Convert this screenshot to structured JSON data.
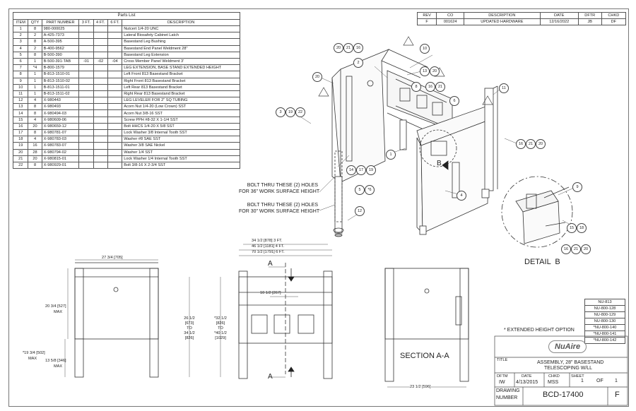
{
  "parts_list": {
    "title": "Parts List",
    "headers": [
      "ITEM",
      "QTY",
      "PART NUMBER",
      "3 FT.",
      "4 FT.",
      "6 FT.",
      "DESCRIPTION"
    ],
    "rows": [
      [
        "1",
        "8",
        "980-000025",
        "",
        "",
        "",
        "Nutcert 1/4-20 UNC"
      ],
      [
        "2",
        "2",
        "A-425-7373",
        "",
        "",
        "",
        "Lateral Biosafety Cabinet Latch"
      ],
      [
        "3",
        "8",
        "A-500-395",
        "",
        "",
        "",
        "Basestand Leg Bushing"
      ],
      [
        "4",
        "2",
        "B-400-9562",
        "",
        "",
        "",
        "Basestand End Panel Weldment 28\""
      ],
      [
        "5",
        "8",
        "B-500-390",
        "",
        "",
        "",
        "Basestand Leg Extension"
      ],
      [
        "6",
        "1",
        "B-500-391-TAB",
        "-01",
        "-02",
        "-04",
        "Cross Member Panel Weldment 3'"
      ],
      [
        "7",
        "*4",
        "B-800-1579",
        "",
        "",
        "",
        "LEG EXTENSION, BASE STAND EXTENDED HEIGHT"
      ],
      [
        "8",
        "1",
        "B-813-1510-01",
        "",
        "",
        "",
        "Left Front 813 Basestand Bracket"
      ],
      [
        "9",
        "1",
        "B-813-1510-02",
        "",
        "",
        "",
        "Right Front 813 Basestand Bracket"
      ],
      [
        "10",
        "1",
        "B-813-1511-01",
        "",
        "",
        "",
        "Left Rear 813 Basestand Bracket"
      ],
      [
        "11",
        "1",
        "B-813-1511-02",
        "",
        "",
        "",
        "Right Rear 813 Basestand Bracket"
      ],
      [
        "12",
        "4",
        "X-980443",
        "",
        "",
        "",
        "LEG LEVELER FOR 2\" SQ TUBING"
      ],
      [
        "13",
        "8",
        "X-980493",
        "",
        "",
        "",
        "Acorn Nut 1/4-20 (Low Crown) SST"
      ],
      [
        "14",
        "8",
        "X-980494-03",
        "",
        "",
        "",
        "Acorn Nut 3/8-16 SST"
      ],
      [
        "15",
        "4",
        "X-980609-06",
        "",
        "",
        "",
        "Screw PPH #8-32 X 1-1/4 SST"
      ],
      [
        "16",
        "20",
        "X-980659-12",
        "",
        "",
        "",
        "Bolt HHCS 1/4-20 X 5/8 SST"
      ],
      [
        "17",
        "8",
        "X-980781-07",
        "",
        "",
        "",
        "Lock Washer 3/8 Internal Tooth SST"
      ],
      [
        "18",
        "4",
        "X-980783-03",
        "",
        "",
        "",
        "Washer #8 SAE SST"
      ],
      [
        "19",
        "16",
        "X-980783-07",
        "",
        "",
        "",
        "Washer 3/8 SAE Nickel"
      ],
      [
        "20",
        "28",
        "X-980794-02",
        "",
        "",
        "",
        "Washer 1/4 SST"
      ],
      [
        "21",
        "20",
        "X-980815-01",
        "",
        "",
        "",
        "Lock Washer 1/4 Internal Tooth SST"
      ],
      [
        "22",
        "8",
        "X-980929-01",
        "",
        "",
        "",
        "Bolt 3/8-16 X 2-3/4 SST"
      ]
    ]
  },
  "revision": {
    "headers": [
      "REV",
      "CO",
      "DESCRIPTION",
      "DATE",
      "DFTR",
      "CHKD"
    ],
    "row": [
      "F",
      "001624",
      "UPDATED HARDWARE",
      "12/16/2022",
      "JB",
      "DF"
    ]
  },
  "annotations": {
    "bolt_36": [
      "BOLT THRU THESE (2) HOLES",
      "FOR 36\" WORK SURFACE HEIGHT"
    ],
    "bolt_30": [
      "BOLT THRU THESE (2) HOLES",
      "FOR 30\" WORK SURFACE HEIGHT"
    ],
    "detail_b": "DETAIL  B",
    "section_aa": "SECTION A-A",
    "extended_note": "* EXTENDED HEIGHT OPTION",
    "section_letter": "A",
    "view_letter": "B"
  },
  "dimensions": {
    "width_27": "27 3/4 [705]",
    "h_20": "20 3/4 [527]",
    "max": "MAX",
    "h_19": "*19 3/4 [502]",
    "h_13": "13 5/8 [346]",
    "h_26_a": "26 1/2",
    "h_26_b": "[673]",
    "to": "TO",
    "h_34_a": "34 1/2",
    "h_34_b": "[826]",
    "h_32_a": "*32 1/2",
    "h_32_b": "[826]",
    "h_40_a": "*40 1/2",
    "h_40_b": "[1029]",
    "w_3ft": "34 1/2 [878] 3 FT.",
    "w_4ft": "46 1/2 [1181] 4 FT.",
    "w_6ft": "70 1/2 [1791] 6 FT.",
    "w_10": "10 1/2 [267]",
    "w_23": "23 1/2 [596]"
  },
  "balloons": [
    "20",
    "21",
    "16",
    "2",
    "10",
    "13",
    "20",
    "8",
    "16",
    "21",
    "20",
    "6",
    "3",
    "19",
    "22",
    "11",
    "1",
    "14",
    "17",
    "19",
    "16",
    "21",
    "20",
    "5",
    "*6",
    "12",
    "4",
    "9",
    "15",
    "18",
    "16",
    "21",
    "20"
  ],
  "options": [
    "NU-813",
    "NU-800-128",
    "NU-800-129",
    "NU-800-130",
    "*NU-800-140",
    "*NU-800-141",
    "*NU-800-142"
  ],
  "title_block": {
    "logo": "NuAire",
    "title_label": "TITLE",
    "title_line1": "ASSEMBLY, 28\" BASESTAND",
    "title_line2": "TELESCOPING W/LL",
    "dftm_label": "DFTM",
    "dftm": "IW",
    "date_label": "DATE",
    "date": "4/13/2015",
    "chkd_label": "CHKD",
    "chkd": "MSS",
    "sheet_label": "SHEET",
    "sheet": "1",
    "of": "OF",
    "sheets": "1",
    "drawing_label1": "DRAWING",
    "drawing_label2": "NUMBER",
    "drawing_number": "BCD-17400",
    "rev": "F"
  }
}
